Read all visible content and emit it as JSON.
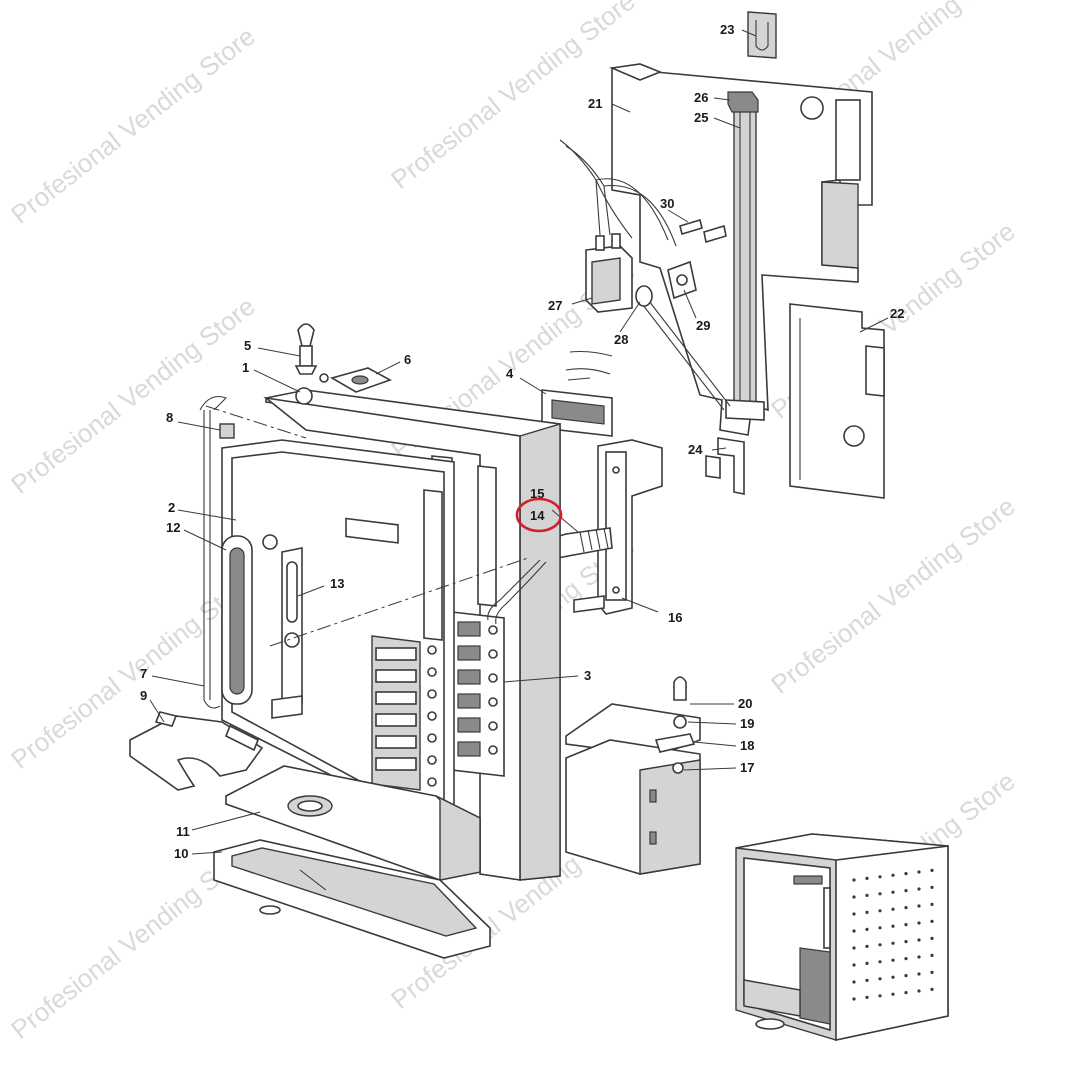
{
  "diagram": {
    "highlight_color": "#d0202a",
    "highlighted_part": "14",
    "watermark_text": "Profesional Vending Store",
    "callouts": [
      "1",
      "2",
      "3",
      "4",
      "5",
      "6",
      "7",
      "8",
      "9",
      "10",
      "11",
      "12",
      "13",
      "14",
      "15",
      "16",
      "17",
      "18",
      "19",
      "20",
      "21",
      "22",
      "23",
      "24",
      "25",
      "26",
      "27",
      "28",
      "29",
      "30"
    ]
  }
}
